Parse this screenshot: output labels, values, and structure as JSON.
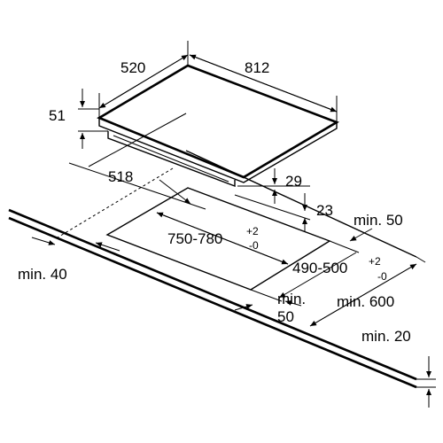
{
  "dimensions": {
    "hob_depth": "520",
    "hob_width": "812",
    "hob_height": "51",
    "hob_inner_depth": "518",
    "frame_offset": "29",
    "body_height": "23",
    "cutout_width_main": "750-780",
    "cutout_width_tol_upper": "+2",
    "cutout_width_tol_lower": "-0",
    "cutout_depth_main": "490-500",
    "cutout_depth_tol_upper": "+2",
    "cutout_depth_tol_lower": "-0",
    "min_rear": "min. 50",
    "min_front_line1": "min.",
    "min_front_line2": "50",
    "min_side": "min. 40",
    "min_worktop_depth": "min. 600",
    "min_worktop_thickness": "min. 20"
  },
  "colors": {
    "line": "#000000",
    "background": "#ffffff"
  }
}
